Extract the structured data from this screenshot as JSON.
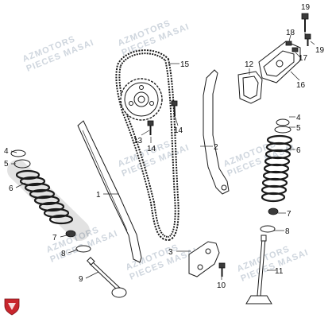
{
  "watermark": {
    "lines": [
      "AZMOTORS",
      "PIECES MASAI"
    ]
  },
  "colors": {
    "ink": "#1a1a1a",
    "watermark": "#cfd6de",
    "badge": "#c8262d"
  },
  "callouts": {
    "c1": "1",
    "c2": "2",
    "c3": "3",
    "c4a": "4",
    "c4b": "4",
    "c5a": "5",
    "c5b": "5",
    "c6a": "6",
    "c6b": "6",
    "c7a": "7",
    "c7b": "7",
    "c8a": "8",
    "c8b": "8",
    "c9": "9",
    "c10": "10",
    "c11": "11",
    "c12": "12",
    "c13": "13",
    "c14a": "14",
    "c14b": "14",
    "c15": "15",
    "c16": "16",
    "c17": "17",
    "c18": "18",
    "c19a": "19",
    "c19b": "19"
  },
  "badge": {
    "icon": "brand-shield-icon"
  }
}
